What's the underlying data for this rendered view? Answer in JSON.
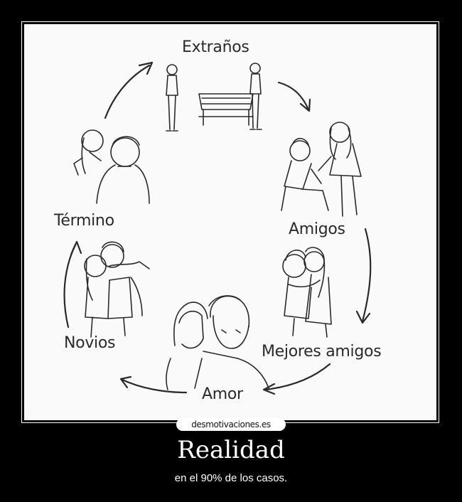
{
  "poster": {
    "watermark": "desmotivaciones.es",
    "title": "Realidad",
    "subtitle": "en el 90% de los casos."
  },
  "cycle": {
    "stages": [
      {
        "id": "extranos",
        "label": "Extraños"
      },
      {
        "id": "amigos",
        "label": "Amigos"
      },
      {
        "id": "mejores-amigos",
        "label": "Mejores amigos"
      },
      {
        "id": "amor",
        "label": "Amor"
      },
      {
        "id": "novios",
        "label": "Novios"
      },
      {
        "id": "termino",
        "label": "Término"
      }
    ]
  },
  "colors": {
    "background": "#000000",
    "panel": "#fafafa",
    "ink": "#2a2a2a",
    "text": "#ffffff"
  }
}
